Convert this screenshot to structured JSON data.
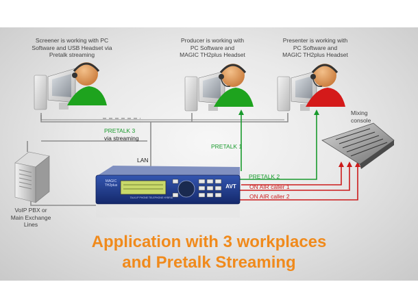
{
  "workplaces": {
    "screener": "Screener is working with PC Software and USB Headset via Pretalk streaming",
    "screener_lines": [
      "Screener is working with PC",
      "Software and USB Headset via",
      "Pretalk streaming"
    ],
    "producer_lines": [
      "Producer is working with",
      "PC Software and",
      "MAGIC TH2plus Headset"
    ],
    "presenter_lines": [
      "Presenter is working with",
      "PC Software and",
      "MAGIC TH2plus Headset"
    ]
  },
  "devices": {
    "mixing_console_lines": [
      "Mixing",
      "console"
    ],
    "pbx_lines": [
      "VoIP  PBX or",
      "Main Exchange",
      "Lines"
    ],
    "lan": "LAN",
    "hybrid_brand": "AVT",
    "hybrid_model": "MAGIC TH2plus",
    "hybrid_caption": "TALK-IP PHONE TELEPHONE HYBRID"
  },
  "connections": {
    "pretalk3": "PRETALK 3",
    "via_streaming": "via streaming",
    "pretalk1": "PRETALK 1",
    "pretalk2": "PRETALK 2",
    "on_air_1": "ON AIR caller 1",
    "on_air_2": "ON AIR caller 2"
  },
  "title_lines": [
    "Application with 3 workplaces",
    "and Pretalk Streaming"
  ],
  "colors": {
    "title_orange": "#f08a1c",
    "pretalk_green": "#189a2c",
    "on_air_red": "#cc1a1a",
    "hybrid_blue": "#1e3c8c"
  }
}
